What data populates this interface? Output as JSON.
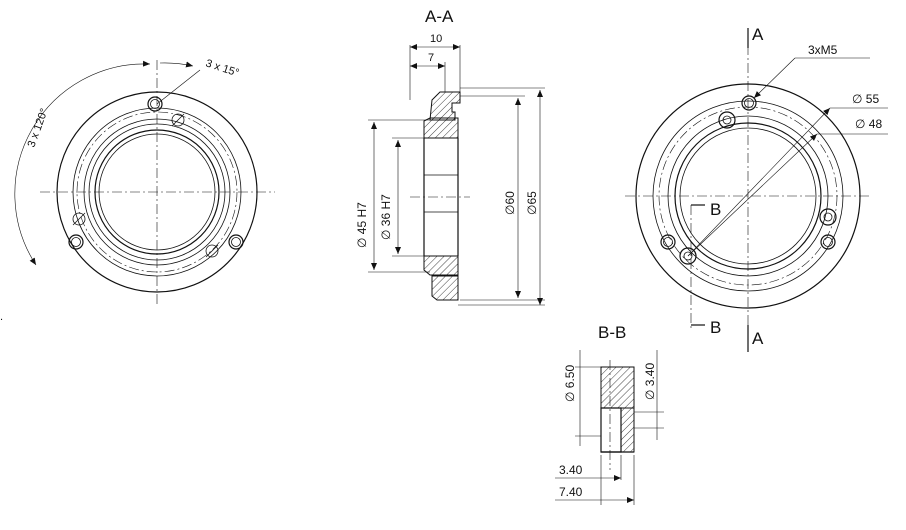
{
  "section_aa": {
    "title": "A-A",
    "dim_10": "10",
    "dim_7": "7",
    "dim_d45": "∅ 45 H7",
    "dim_d36": "∅ 36 H7",
    "dim_d60": "∅60",
    "dim_d65": "∅65"
  },
  "left_view": {
    "angle_120": "3 x 120°",
    "angle_15": "3 x 15°"
  },
  "right_view": {
    "cut_a_top": "A",
    "cut_a_bottom": "A",
    "cut_b_top": "B",
    "cut_b_bottom": "B",
    "thread": "3xM5",
    "dim_d55": "∅ 55",
    "dim_d48": "∅ 48"
  },
  "section_bb": {
    "title": "B-B",
    "dim_650": "∅ 6.50",
    "dim_340v": "∅ 3.40",
    "dim_340h": "3.40",
    "dim_740": "7.40"
  }
}
